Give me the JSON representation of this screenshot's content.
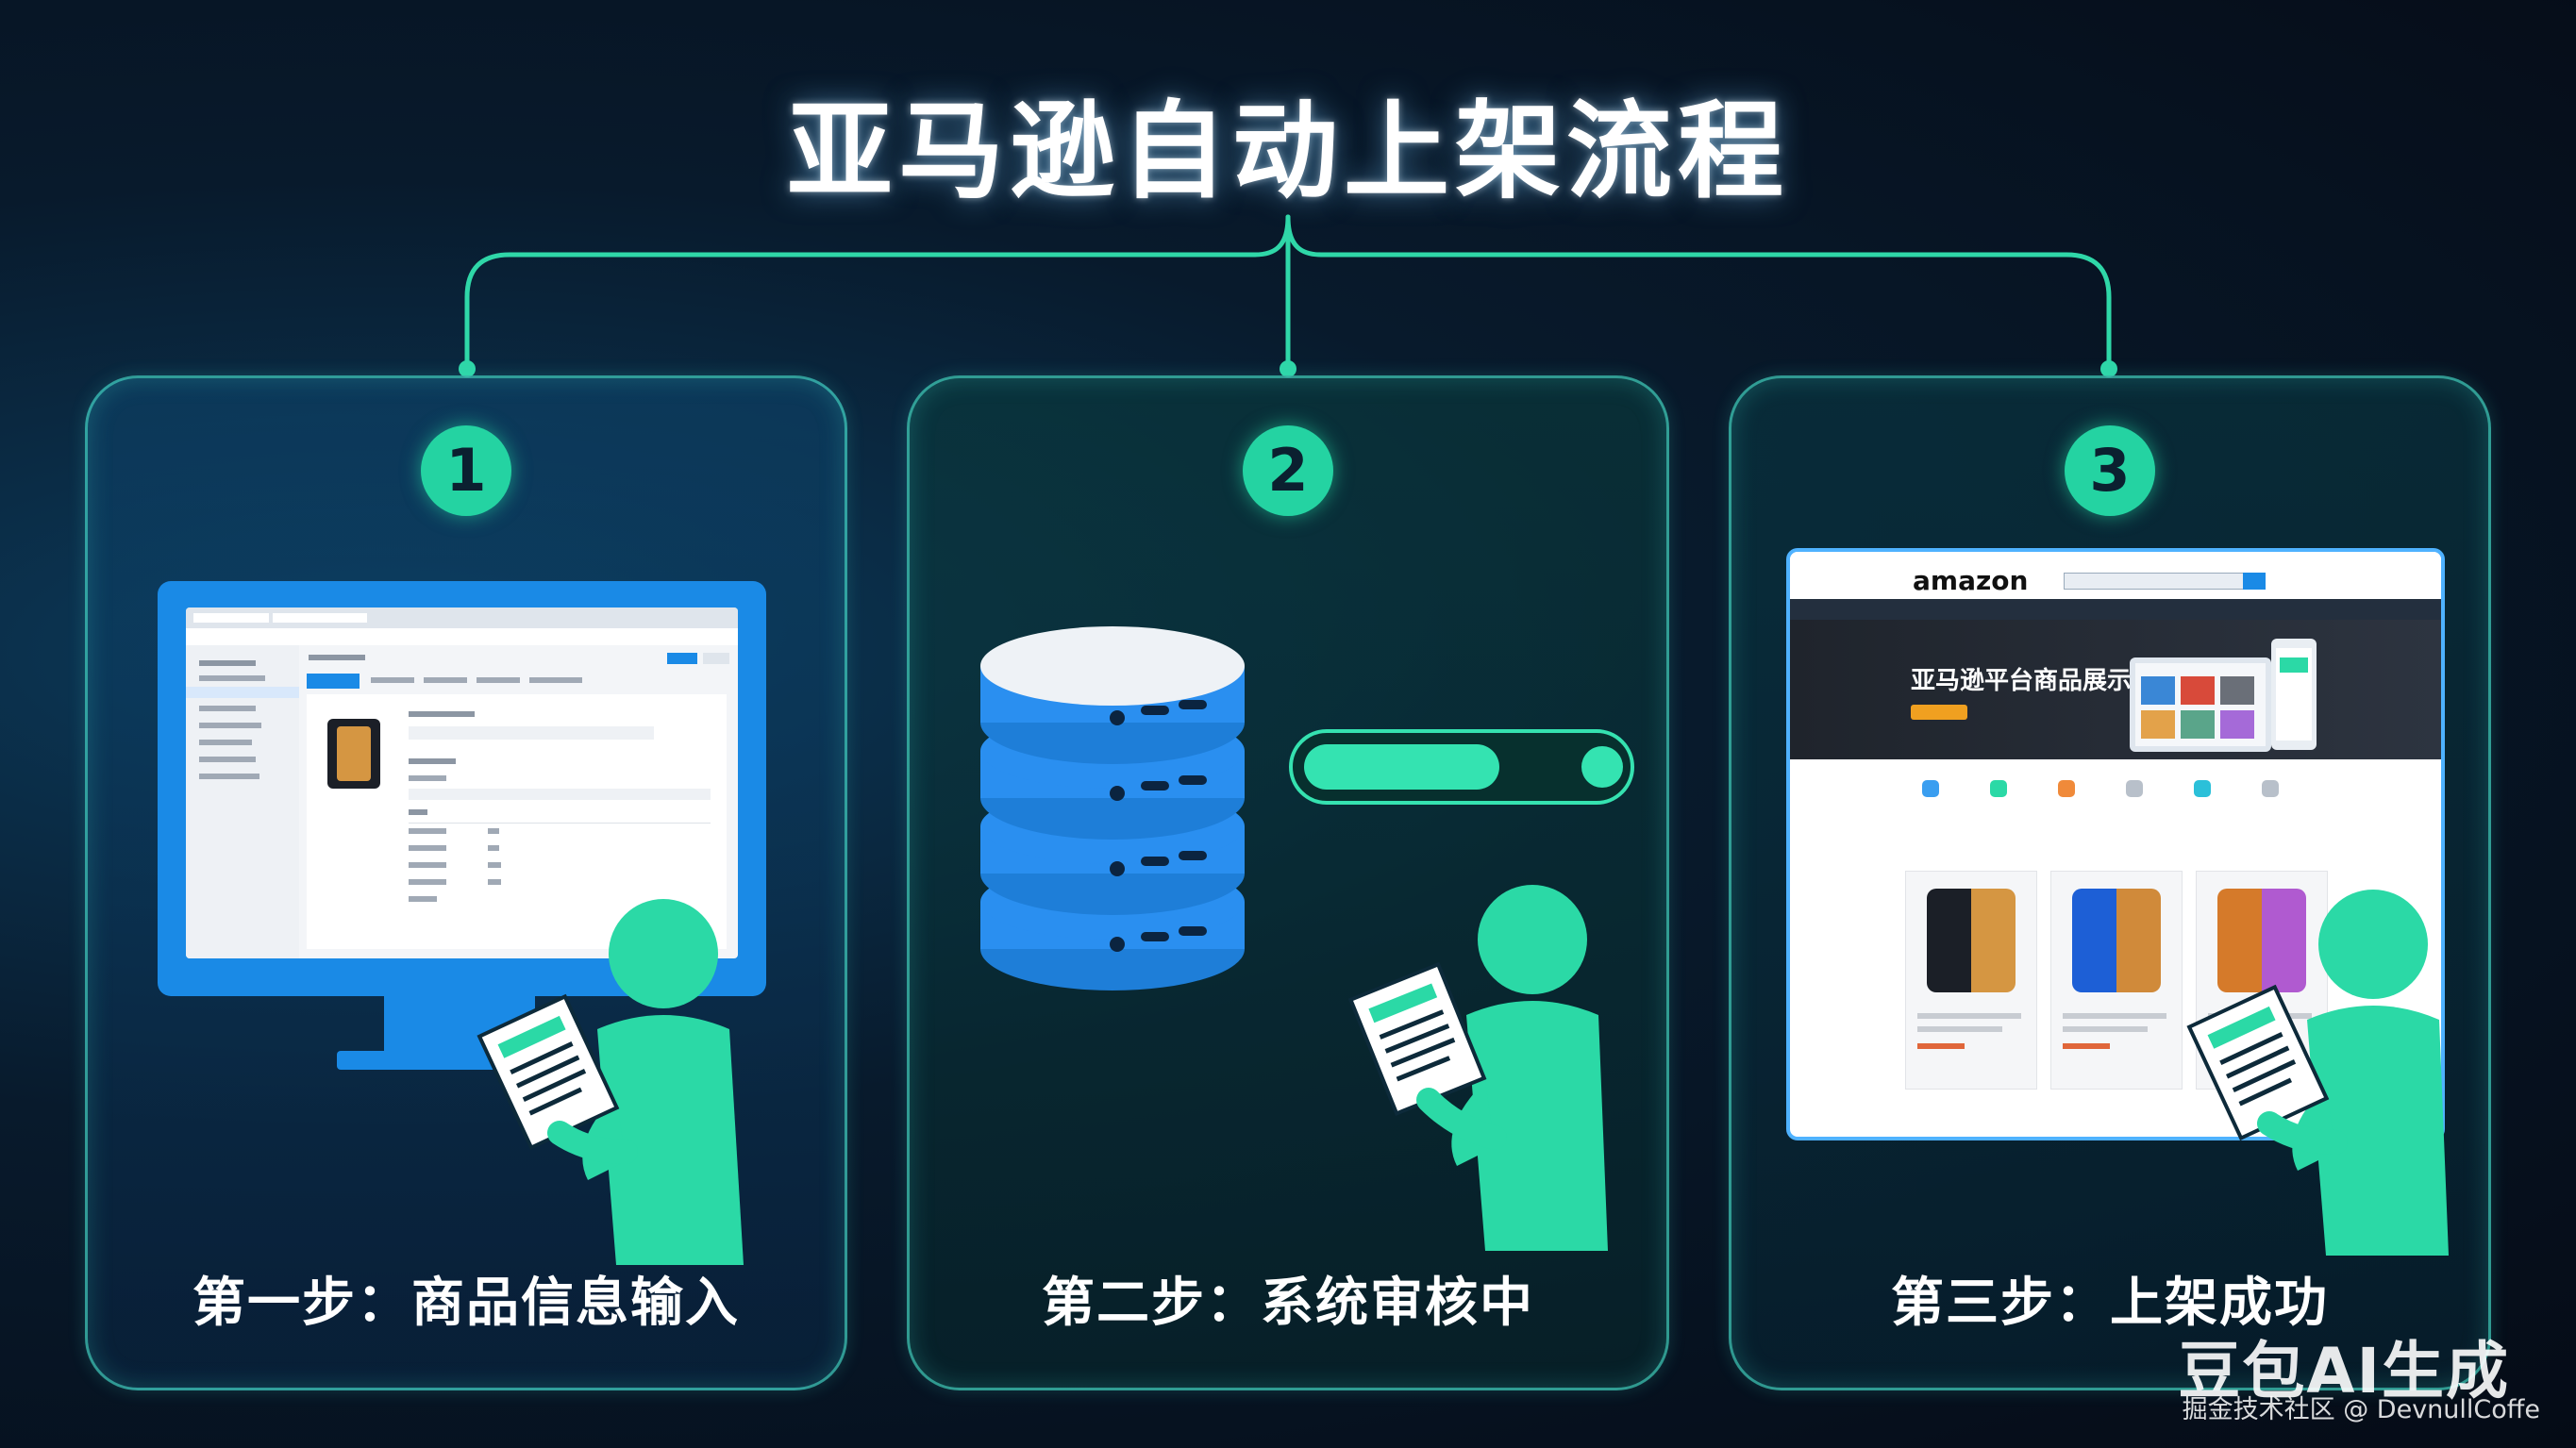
{
  "title": "亚马逊自动上架流程",
  "steps": [
    {
      "number": "1",
      "label": "第一步：商品信息输入"
    },
    {
      "number": "2",
      "label": "第二步：系统审核中"
    },
    {
      "number": "3",
      "label": "第三步：上架成功"
    }
  ],
  "progress": 0.62,
  "amazon_page": {
    "logo": "amazon",
    "banner": "亚马逊平台商品展示"
  },
  "watermark": {
    "main": "豆包AI生成",
    "sub": "掘金技术社区 @ DevnullCoffe"
  },
  "colors": {
    "accent": "#24d3a2",
    "blue": "#1a8ae6",
    "panel_border": "#46dcc8"
  },
  "icons": [
    "monitor-icon",
    "database-icon",
    "person-icon",
    "document-icon",
    "browser-icon"
  ]
}
